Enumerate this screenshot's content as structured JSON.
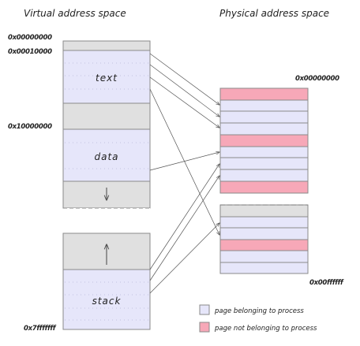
{
  "virtual": {
    "title": "Virtual address space",
    "addresses": [
      "0x00000000",
      "0x00010000",
      "0x10000000",
      "0x7fffffff"
    ],
    "segments": [
      "text",
      "data",
      "stack"
    ]
  },
  "physical": {
    "title": "Physical address space",
    "addresses": [
      "0x00000000",
      "0x00ffffff"
    ]
  },
  "legend": {
    "belonging": "page belonging to process",
    "not_belonging": "page not belonging to process"
  },
  "colors": {
    "page_owned": "#e6e6fa",
    "page_other": "#f7a8b8",
    "gray_region": "#e0e0e0",
    "border": "#8a8a8a",
    "dots": "#b8b8d8",
    "arrow": "#555555"
  }
}
